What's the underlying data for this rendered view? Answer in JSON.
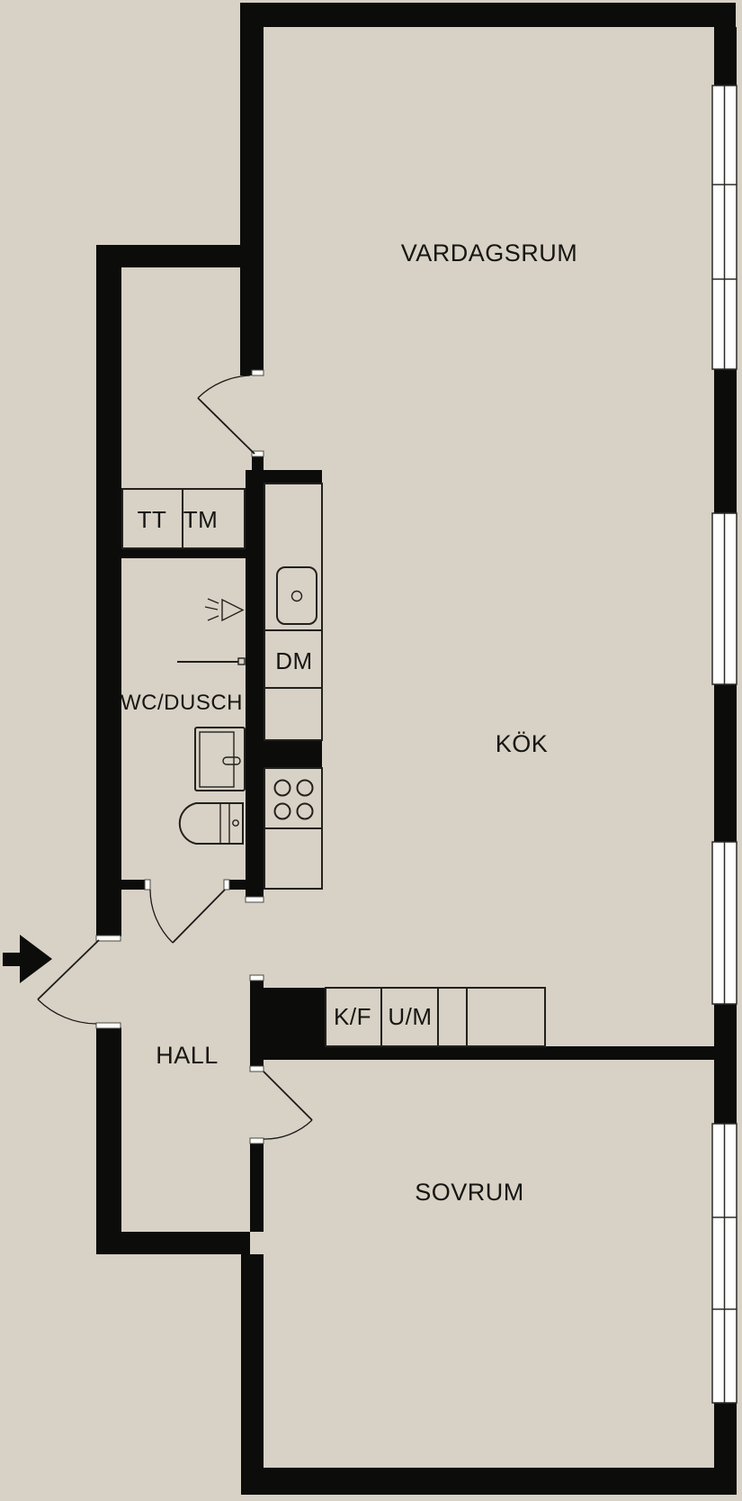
{
  "floorplan": {
    "rooms": {
      "living_room": {
        "label": "VARDAGSRUM"
      },
      "kitchen": {
        "label": "KÖK"
      },
      "bedroom": {
        "label": "SOVRUM"
      },
      "hall": {
        "label": "HALL"
      },
      "bathroom": {
        "label": "WC/DUSCH"
      }
    },
    "appliances": {
      "dryer": {
        "label": "TT"
      },
      "washing_machine": {
        "label": "TM"
      },
      "dishwasher": {
        "label": "DM"
      },
      "fridge_freezer": {
        "label": "K/F"
      },
      "oven_microwave": {
        "label": "U/M"
      }
    },
    "colors": {
      "background": "#d8d1c5",
      "wall": "#0c0c0b",
      "window": "#ffffff",
      "line": "#21211e",
      "text": "#161613"
    }
  }
}
